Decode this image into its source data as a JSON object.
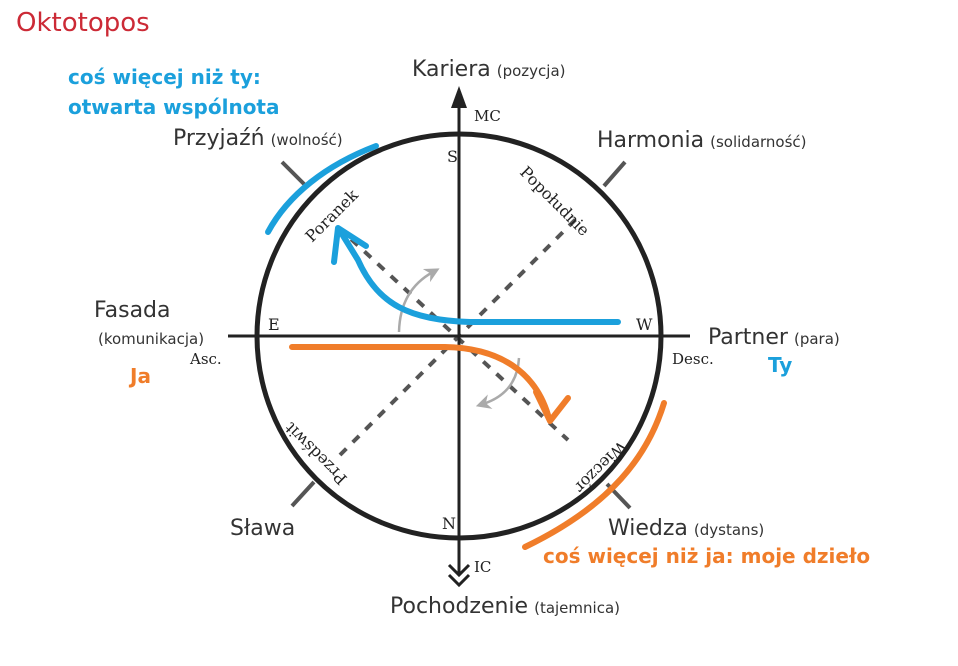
{
  "title": "Oktotopos",
  "colors": {
    "title": "#cc2a36",
    "blue": "#1ba0dc",
    "orange": "#f07d2a",
    "lines": "#222222",
    "dashed": "#555555",
    "ticks": "#555555"
  },
  "directions": {
    "top": {
      "label": "Kariera",
      "sub": "(pozycja)"
    },
    "top_right": {
      "label": "Harmonia",
      "sub": "(solidarność)"
    },
    "right": {
      "label": "Partner",
      "sub": "(para)"
    },
    "bottom_right": {
      "label": "Wiedza",
      "sub": "(dystans)"
    },
    "bottom": {
      "label": "Pochodzenie",
      "sub": "(tajemnica)"
    },
    "bottom_left": {
      "label": "Sława"
    },
    "left": {
      "label": "Fasada",
      "sub": "(komunikacja)"
    },
    "top_left": {
      "label": "Przyjaźń",
      "sub": "(wolność)"
    }
  },
  "cardinals": {
    "north": "S",
    "south": "N",
    "east": "E",
    "west": "W"
  },
  "axes": {
    "mc": "MC",
    "ic": "IC",
    "asc": "Asc.",
    "desc": "Desc."
  },
  "arcs": {
    "morning": "Poranek",
    "afternoon": "Popołudnie",
    "evening": "Wieczór",
    "before_dawn": "Przedświt"
  },
  "annotations": {
    "blue_line1": "coś więcej niż ty:",
    "blue_line2": "otwarta wspólnota",
    "ja": "Ja",
    "ty": "Ty",
    "orange_note": "coś więcej niż ja: moje dzieło"
  }
}
